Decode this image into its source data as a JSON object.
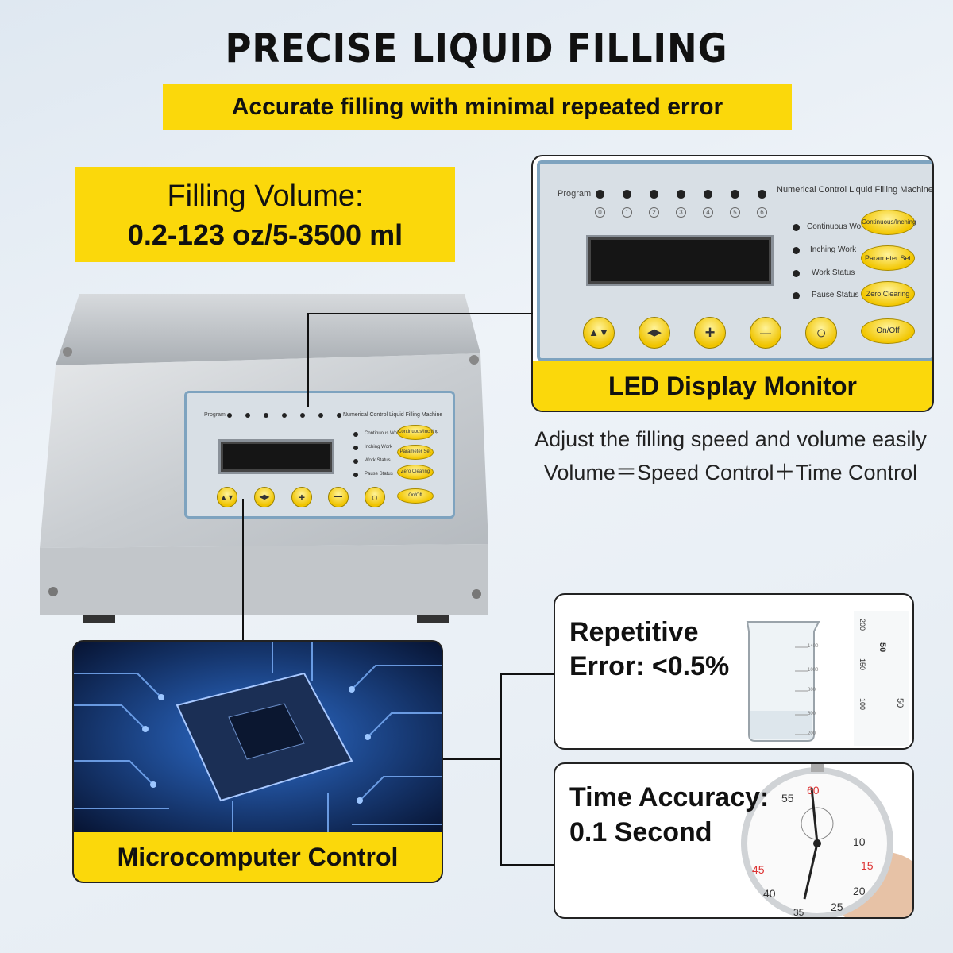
{
  "header": {
    "title": "PRECISE LIQUID FILLING",
    "subtitle": "Accurate filling with minimal repeated error"
  },
  "volume": {
    "label": "Filling Volume:",
    "value": "0.2-123 oz/5-3500 ml"
  },
  "panel": {
    "program_label": "Program",
    "machine_label": "Numerical Control Liquid Filling Machine",
    "program_numbers": [
      "0",
      "1",
      "2",
      "3",
      "4",
      "5",
      "6"
    ],
    "status": [
      "Continuous Work",
      "Inching Work",
      "Work Status",
      "Pause Status"
    ],
    "mode_buttons": [
      "Continuous/Inching",
      "Parameter Set",
      "Zero Clearing",
      "On/Off"
    ],
    "round_buttons": [
      "▲▼",
      "◀▶",
      "+",
      "—",
      "○"
    ]
  },
  "led_card": {
    "caption": "LED Display Monitor"
  },
  "adjust": {
    "line1": "Adjust the filling speed and volume easily",
    "line2": "Volume＝Speed Control＋Time Control"
  },
  "micro_card": {
    "caption": "Microcomputer Control"
  },
  "error_card": {
    "line1": "Repetitive",
    "line2": "Error: <0.5%"
  },
  "time_card": {
    "line1": "Time Accuracy:",
    "line2": "0.1 Second"
  },
  "stopwatch": {
    "numbers": [
      "60",
      "55",
      "10",
      "15",
      "45",
      "20",
      "40",
      "25",
      "35"
    ]
  },
  "beaker": {
    "marks": [
      "1400",
      "1000",
      "800",
      "600",
      "200"
    ]
  },
  "ruler": {
    "marks": [
      "200",
      "150",
      "100",
      "50",
      "50"
    ]
  },
  "colors": {
    "accent": "#fbd80b",
    "panel_border": "#7ea3bf"
  }
}
